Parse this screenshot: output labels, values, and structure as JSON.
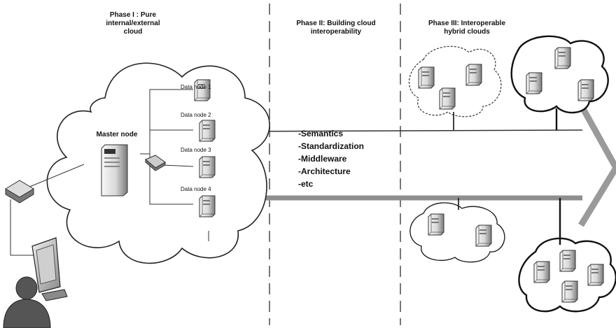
{
  "phases": [
    {
      "line1": "Phase I : Pure",
      "line2": "internal/external",
      "line3": "cloud"
    },
    {
      "line1": "Phase II: Building cloud",
      "line2": "interoperability"
    },
    {
      "line1": "Phase III: Interoperable",
      "line2": "hybrid clouds"
    }
  ],
  "master_node": "Master node",
  "data_nodes": [
    "Data node 1",
    "Data node 2",
    "Data node 3",
    "Data node 4"
  ],
  "features": [
    "-Semantics",
    "-Standardization",
    "-Middleware",
    "-Architecture",
    "-etc"
  ],
  "colors": {
    "arrow": "#999999",
    "line": "#222222",
    "cloud_fill": "#ffffff",
    "server_light": "#eeeeee",
    "server_dark": "#7a7a7a",
    "user": "#555555"
  },
  "icons": [
    "server-icon",
    "router-icon",
    "monitor-icon",
    "user-icon",
    "cloud-icon"
  ]
}
